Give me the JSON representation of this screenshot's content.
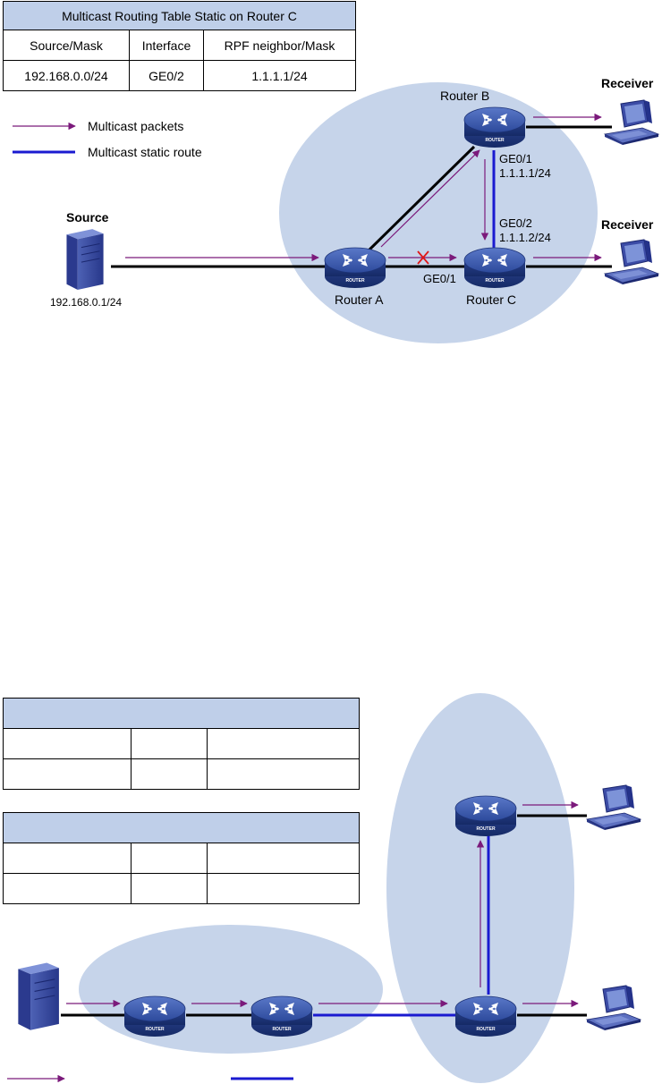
{
  "colors": {
    "zone": "#c6d4ea",
    "table_header": "#bfcfe9",
    "multicast_arrow": "#7b1a7b",
    "static_route": "#1a1ad0",
    "link": "#000000",
    "fail_mark": "#e01818"
  },
  "top_table": {
    "title": "Multicast Routing Table Static on Router C",
    "headers": [
      "Source/Mask",
      "Interface",
      "RPF neighbor/Mask"
    ],
    "row": [
      "192.168.0.0/24",
      "GE0/2",
      "1.1.1.1/24"
    ]
  },
  "legend_top": {
    "multicast_packets": "Multicast packets",
    "static_route": "Multicast static route"
  },
  "top_diagram": {
    "source_label": "Source",
    "source_ip": "192.168.0.1/24",
    "router_a": "Router A",
    "router_b": "Router B",
    "router_c": "Router C",
    "receiver_1": "Receiver",
    "receiver_2": "Receiver",
    "b_if": "GE0/1",
    "b_ip": "1.1.1.1/24",
    "c_if2": "GE0/2",
    "c_ip": "1.1.1.2/24",
    "c_if1": "GE0/1",
    "router_badge": "ROUTER"
  },
  "bottom_diagram": {
    "router_badge": "ROUTER"
  }
}
